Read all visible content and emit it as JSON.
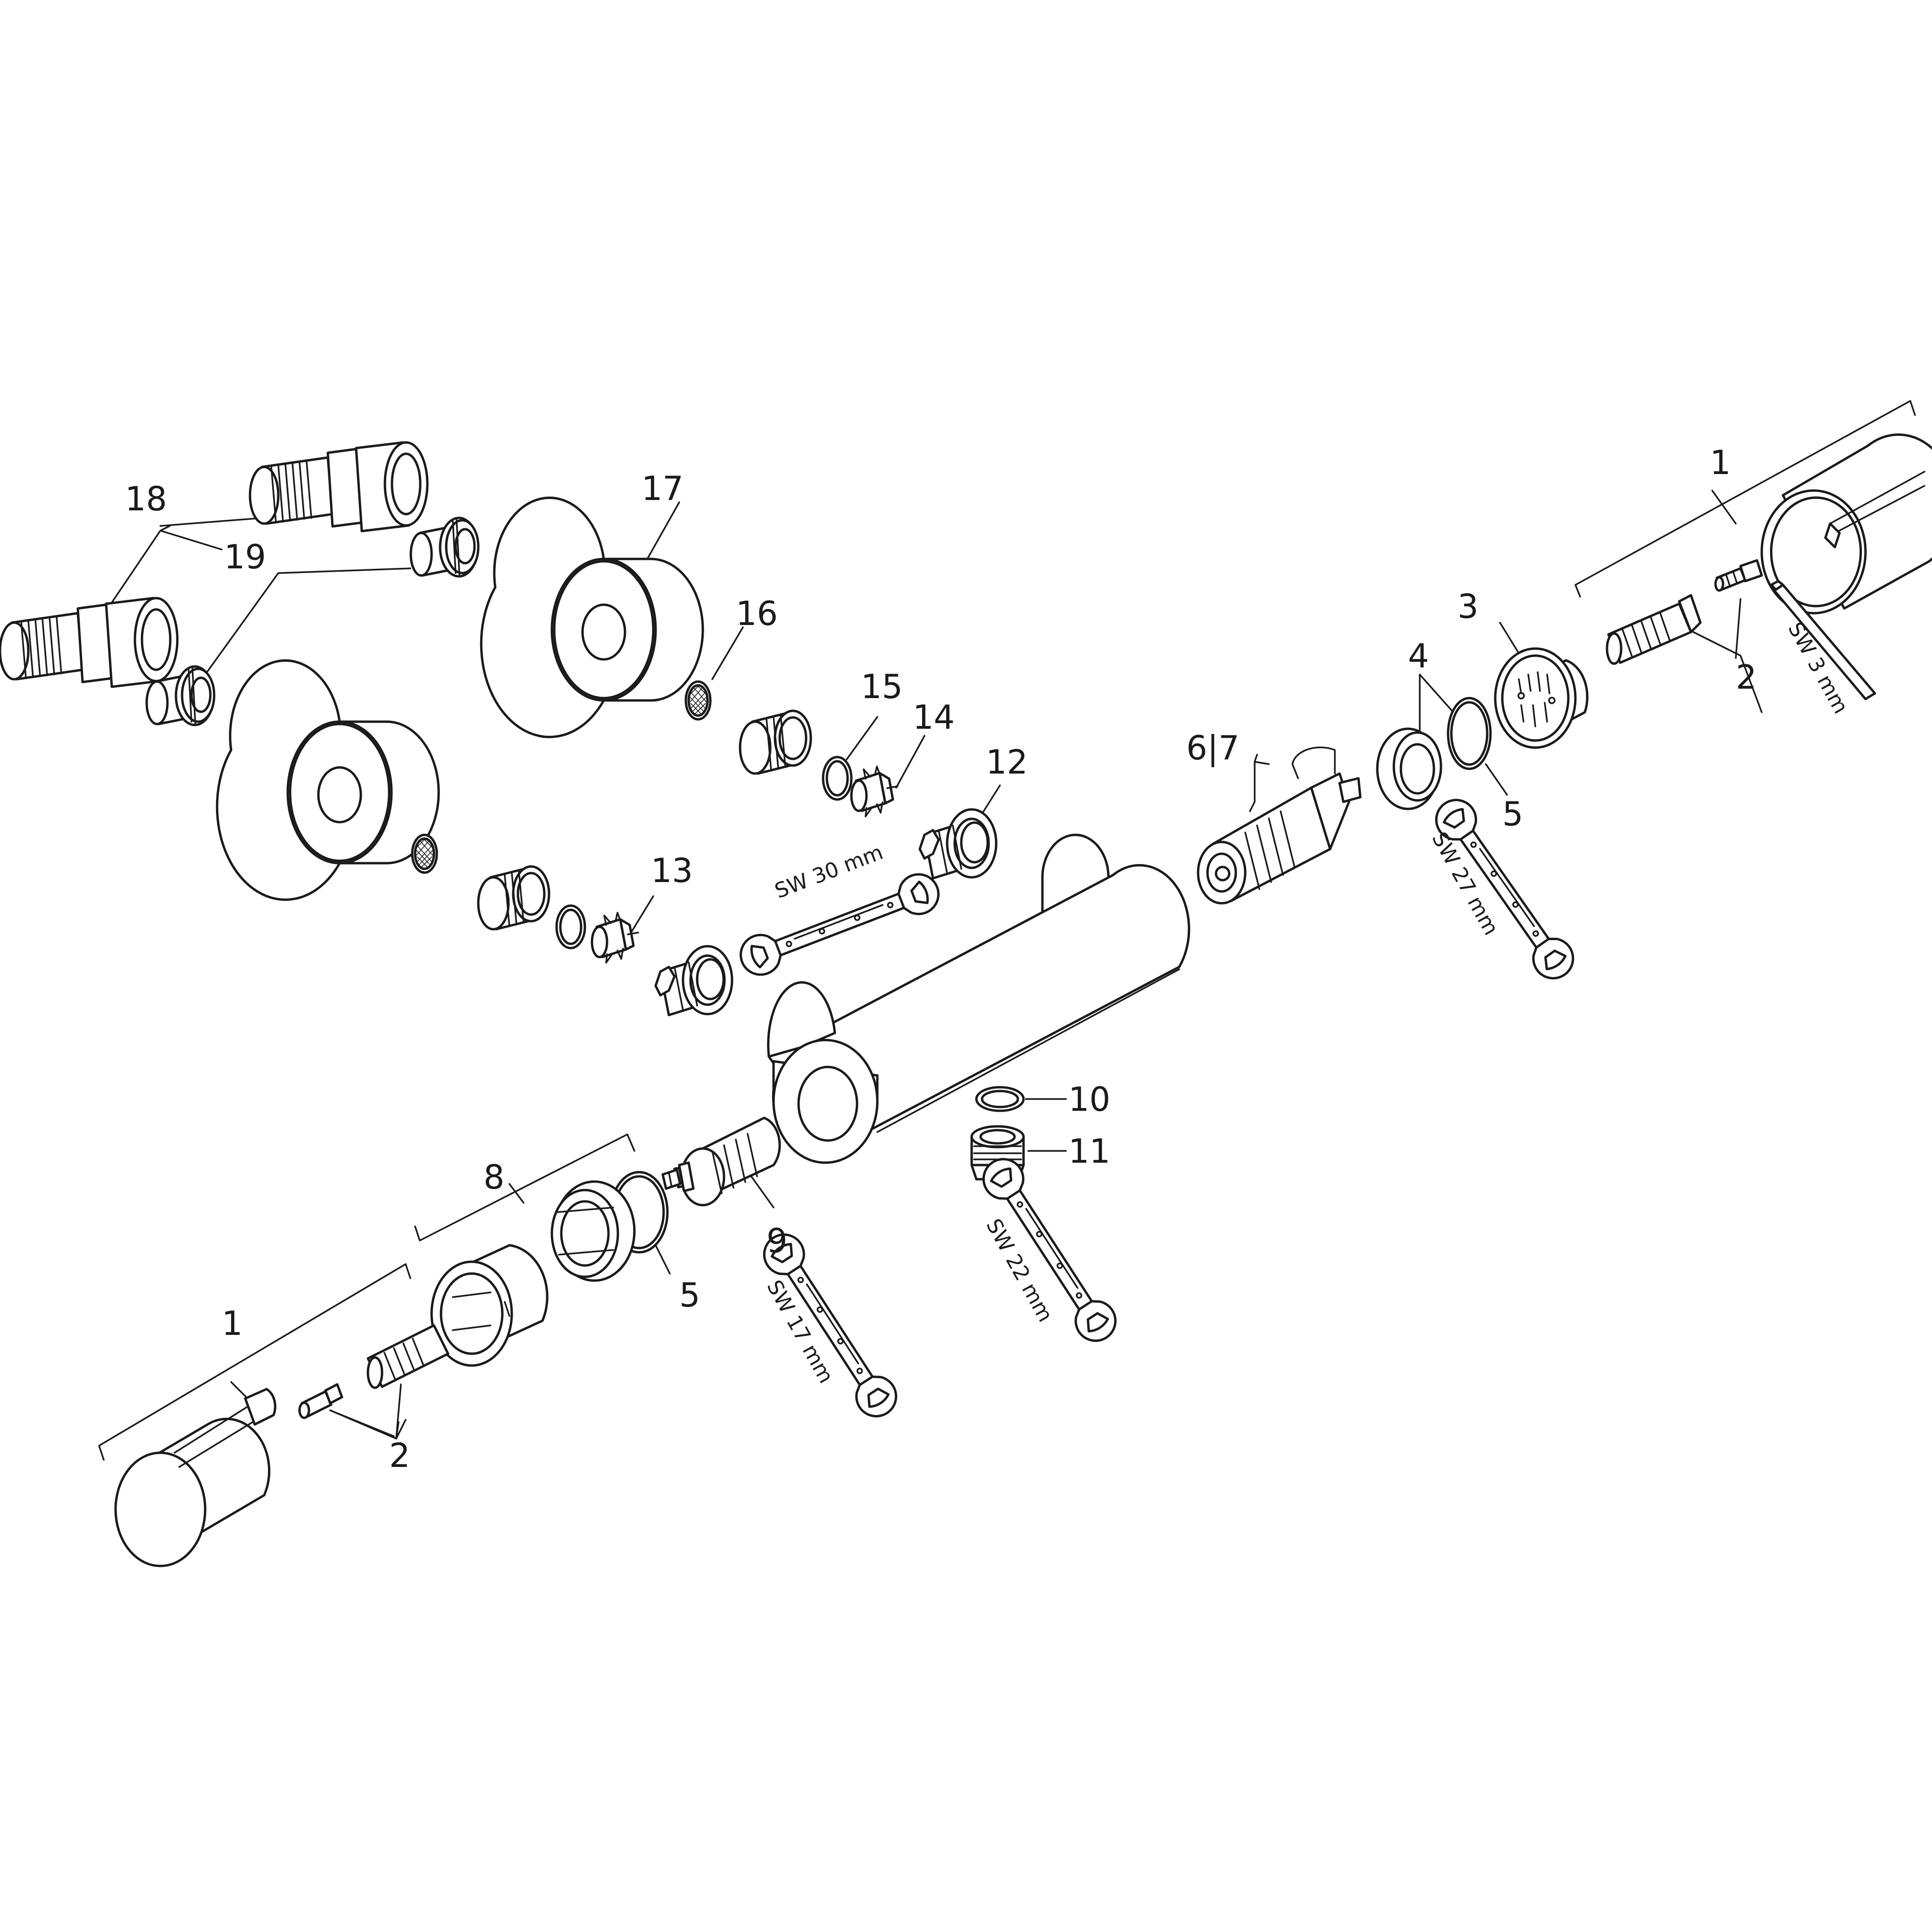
{
  "callouts": {
    "c1_top": "1",
    "c1_bottom": "1",
    "c2_top": "2",
    "c2_bottom": "2",
    "c3": "3",
    "c4": "4",
    "c5_right": "5",
    "c5_left": "5",
    "c6_7": "6|7",
    "c8": "8",
    "c9": "9",
    "c10": "10",
    "c11": "11",
    "c12": "12",
    "c13": "13",
    "c14": "14",
    "c15": "15",
    "c16": "16",
    "c17": "17",
    "c18": "18",
    "c19": "19"
  },
  "tools": {
    "sw3": "SW 3 mm",
    "sw17": "SW 17 mm",
    "sw22": "SW 22 mm",
    "sw27": "SW 27 mm",
    "sw30": "SW 30 mm"
  },
  "colors": {
    "line": "#1a1a1a",
    "background": "#ffffff"
  }
}
